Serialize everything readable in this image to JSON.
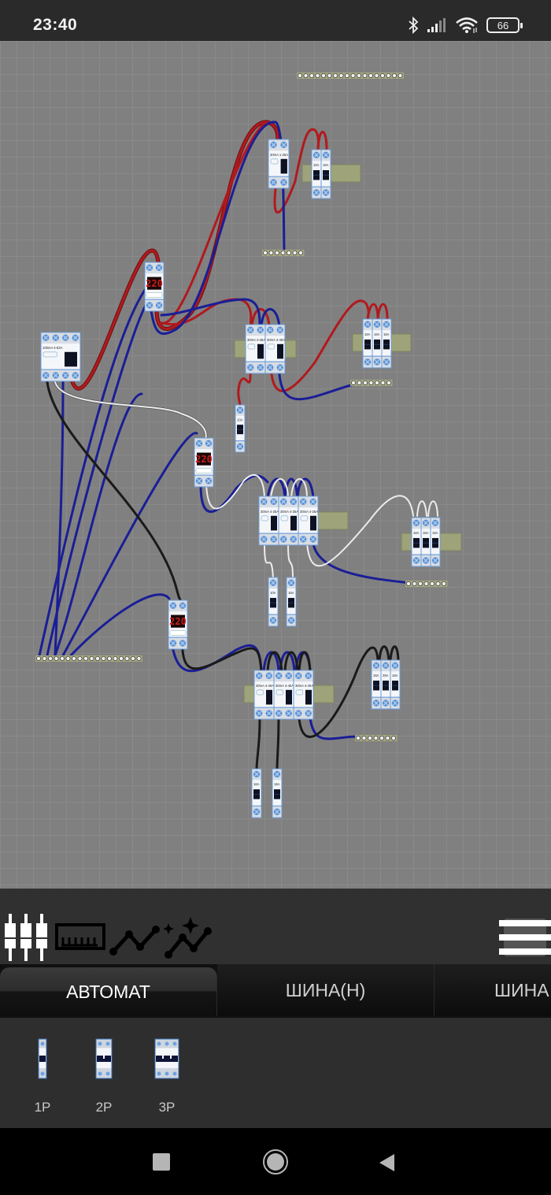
{
  "status_bar": {
    "time": "23:40",
    "battery": "66",
    "icons": [
      "bluetooth-icon",
      "signal-icon",
      "wifi-icon",
      "battery-icon"
    ]
  },
  "canvas": {
    "top_bus_terminals": 18,
    "bottom_left_bus_terminals": 18,
    "small_bus_terminals": 7,
    "voltmeter_readings": [
      "220",
      "220",
      "220"
    ],
    "devices": {
      "main_rcd_label": "100mA 4-63A",
      "rcd_top_label": "30mA 1-25A",
      "rcd_group1": [
        "30mA 4-25A",
        "30mA 4-40A"
      ],
      "rcd_group2": [
        "30mA 4-25A",
        "30mA 4-25A",
        "30mA 4-25A"
      ],
      "rcd_group3": [
        "30mA 4-40A",
        "30mA 4-40A",
        "30mA 4-40A"
      ],
      "breakers_top": [
        "10A",
        "16A"
      ],
      "breakers_group1": [
        "16A",
        "16A",
        "16A"
      ],
      "breaker_single1": "10A",
      "breakers_group2": [
        "16A",
        "16A",
        "16A"
      ],
      "breakers_pair2": [
        "10A",
        "16A"
      ],
      "breakers_group3": [
        "16A",
        "25A",
        "16A"
      ],
      "breakers_pair3": [
        "16A",
        "16A"
      ]
    }
  },
  "toolbar": {
    "tools": [
      "breaker-tool-icon",
      "bus-tool-icon",
      "wire-tool-icon",
      "auto-wire-tool-icon"
    ],
    "menu_icon": "menu-icon"
  },
  "tabs": [
    {
      "label": "АВТОМАТ",
      "active": true
    },
    {
      "label": "ШИНА(Н)",
      "active": false
    },
    {
      "label": "ШИНА",
      "active": false
    }
  ],
  "palette": {
    "items": [
      {
        "label": "1P",
        "poles": 1
      },
      {
        "label": "2P",
        "poles": 2
      },
      {
        "label": "3P",
        "poles": 3
      }
    ]
  },
  "nav": {
    "recents": "recents-icon",
    "home": "home-icon",
    "back": "back-icon"
  },
  "colors": {
    "phase_red": "#a01418",
    "neutral_blue": "#1a1e96",
    "phase_black": "#1a1a1a",
    "phase_white": "#e8e8e8",
    "din_rail": "#9ea37a",
    "device_blue": "#5b93d6"
  }
}
